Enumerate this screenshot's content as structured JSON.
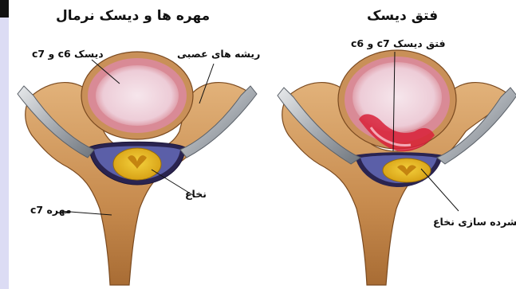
{
  "left_figure": {
    "title": "مهره ها و دیسک نرمال",
    "labels": {
      "disc": "دیسک c6 و c7",
      "nerve_roots": "ریشه های عصبی",
      "spinal_cord": "نخاع",
      "vertebra": "مهره c7"
    }
  },
  "right_figure": {
    "title": "فتق دیسک",
    "labels": {
      "herniated_disc": "فتق دیسک c7 و c6",
      "cord_compression": "فشرده سازی نخاع"
    }
  },
  "colors": {
    "bone": "#c98f52",
    "disc_nucleus": "#f1d6df",
    "disc_ring": "#d98a96",
    "nerve": "#c9ccd0",
    "cord": "#e0b11d",
    "herniation": "#d8213a"
  }
}
